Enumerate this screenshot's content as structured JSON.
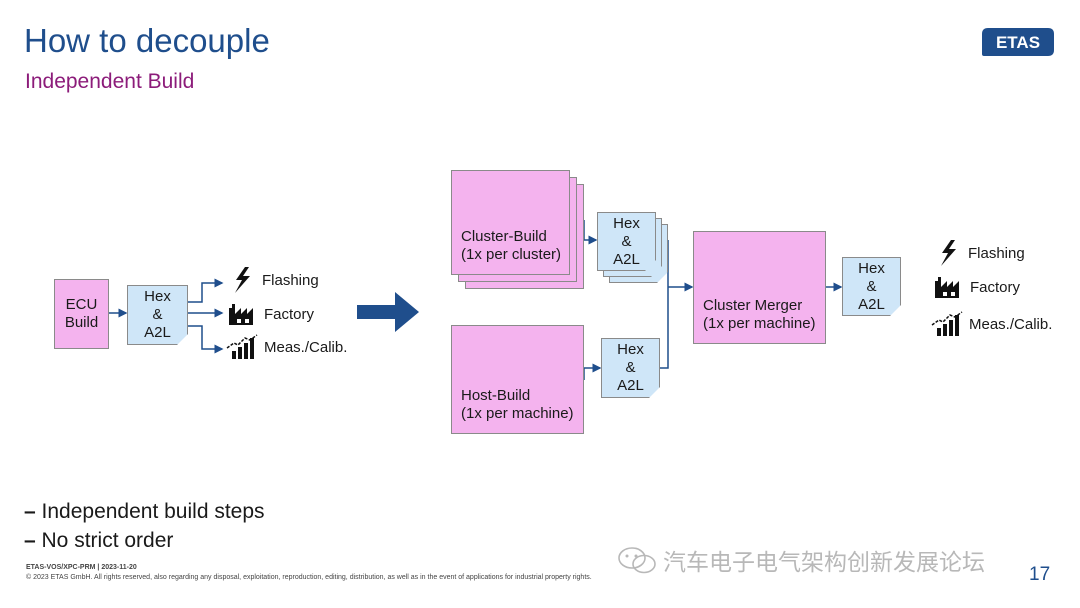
{
  "header": {
    "title": "How to decouple",
    "subtitle": "Independent Build",
    "logo_text": "ETAS"
  },
  "left": {
    "ecu_build": "ECU Build",
    "hex_a2l": "Hex & A2L",
    "legend": [
      "Flashing",
      "Factory",
      "Meas./Calib."
    ]
  },
  "right": {
    "cluster_build": "Cluster-Build",
    "cluster_build_sub": "(1x per cluster)",
    "host_build": "Host-Build",
    "host_build_sub": "(1x per machine)",
    "hex_a2l": "Hex & A2L",
    "cluster_merger": "Cluster Merger",
    "cluster_merger_sub": "(1x per machine)",
    "legend": [
      "Flashing",
      "Factory",
      "Meas./Calib."
    ]
  },
  "bullets": [
    "Independent build steps",
    "No strict order"
  ],
  "footer": {
    "line1": "ETAS-VOS/XPC-PRM | 2023-11-20",
    "line2": "© 2023 ETAS GmbH. All rights reserved, also regarding any disposal, exploitation, reproduction, editing, distribution, as well as in the event of applications for industrial property rights.",
    "page": "17"
  },
  "watermark": "汽车电子电气架构创新发展论坛",
  "colors": {
    "title": "#1f4e8c",
    "subtitle": "#8c1c7a",
    "build_box": "#f4b3ee",
    "artifact_box": "#cfe6f8",
    "arrow": "#1f4e8c"
  }
}
